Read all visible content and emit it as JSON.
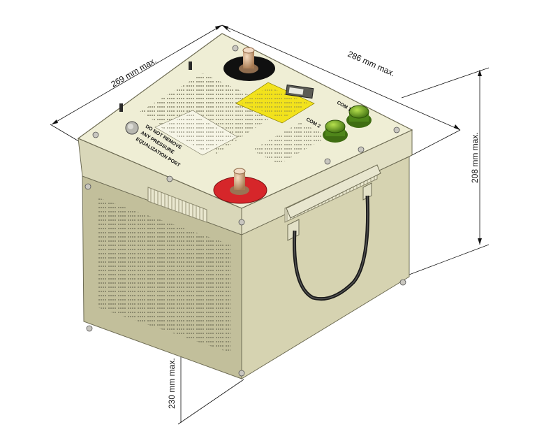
{
  "dimensions": {
    "width": "269 mm max.",
    "depth": "286 mm max.",
    "height": "208 mm max.",
    "front_height": "230 mm max."
  },
  "top_labels": {
    "port_1": "COM 1",
    "port_2": "COM 2",
    "do_not_remove": "DO NOT REMOVE",
    "any_pressure": "ANY PRESSURE",
    "equalization": "EQUALIZATION PORT"
  },
  "colors": {
    "body": "#e8e6c8",
    "body_side": "#cfcca9",
    "body_front": "#bdba96",
    "lid_top": "#f0efd6",
    "terminal_negative": "#111111",
    "terminal_positive": "#d6262a",
    "connector": "#5a8f1c",
    "warning_label": "#f2e21c"
  },
  "icons": [
    "dimension-arrow-icon",
    "terminal-icon",
    "connector-icon",
    "handle-icon",
    "screw-icon"
  ]
}
